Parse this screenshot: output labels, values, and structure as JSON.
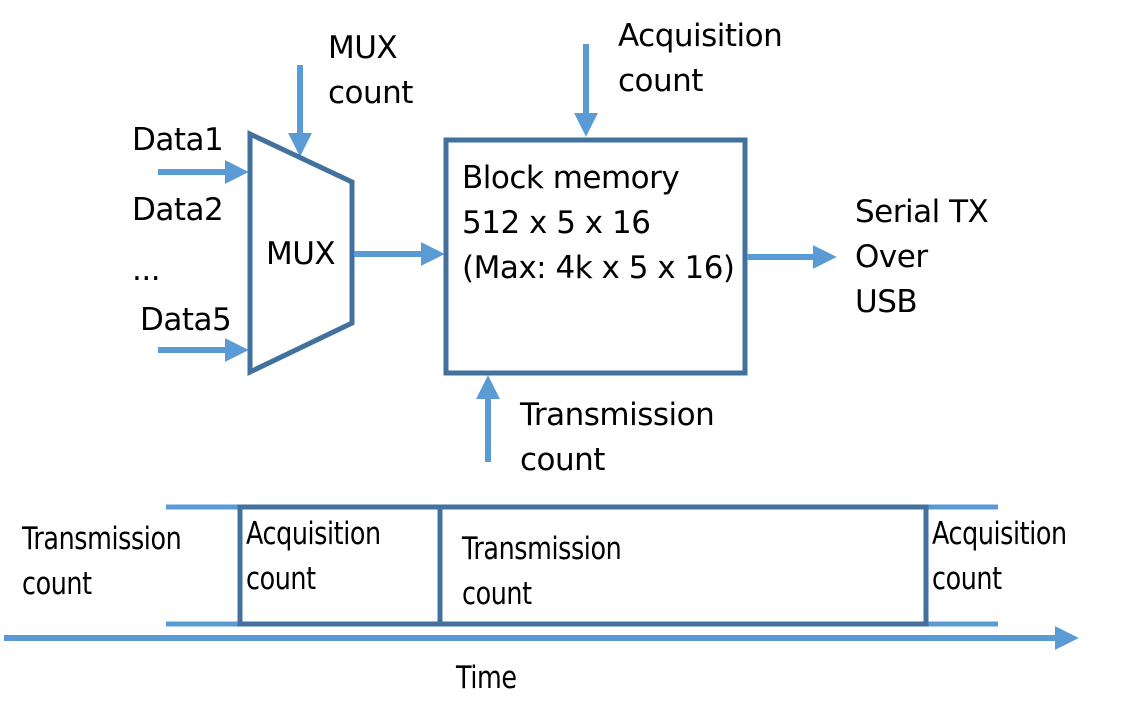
{
  "colors": {
    "arrow": "#5B9BD5",
    "outline": "#41719C",
    "text": "#000000",
    "background": "#FFFFFF"
  },
  "block_diagram": {
    "inputs": {
      "data1": "Data1",
      "data2": "Data2",
      "ellipsis": "...",
      "data5": "Data5"
    },
    "mux": {
      "label": "MUX",
      "control_line1": "MUX",
      "control_line2": "count"
    },
    "memory": {
      "line1": "Block memory",
      "line2": "512 x 5 x 16",
      "line3": "(Max: 4k x 5 x 16)",
      "top_control_line1": "Acquisition",
      "top_control_line2": "count",
      "bottom_control_line1": "Transmission",
      "bottom_control_line2": "count"
    },
    "output": {
      "line1": "Serial TX",
      "line2": "Over",
      "line3": "USB"
    }
  },
  "timeline": {
    "phases": [
      {
        "line1": "Transmission",
        "line2": "count"
      },
      {
        "line1": "Acquisition",
        "line2": "count"
      },
      {
        "line1": "Transmission",
        "line2": "count"
      },
      {
        "line1": "Acquisition",
        "line2": "count"
      }
    ],
    "axis_label": "Time"
  }
}
